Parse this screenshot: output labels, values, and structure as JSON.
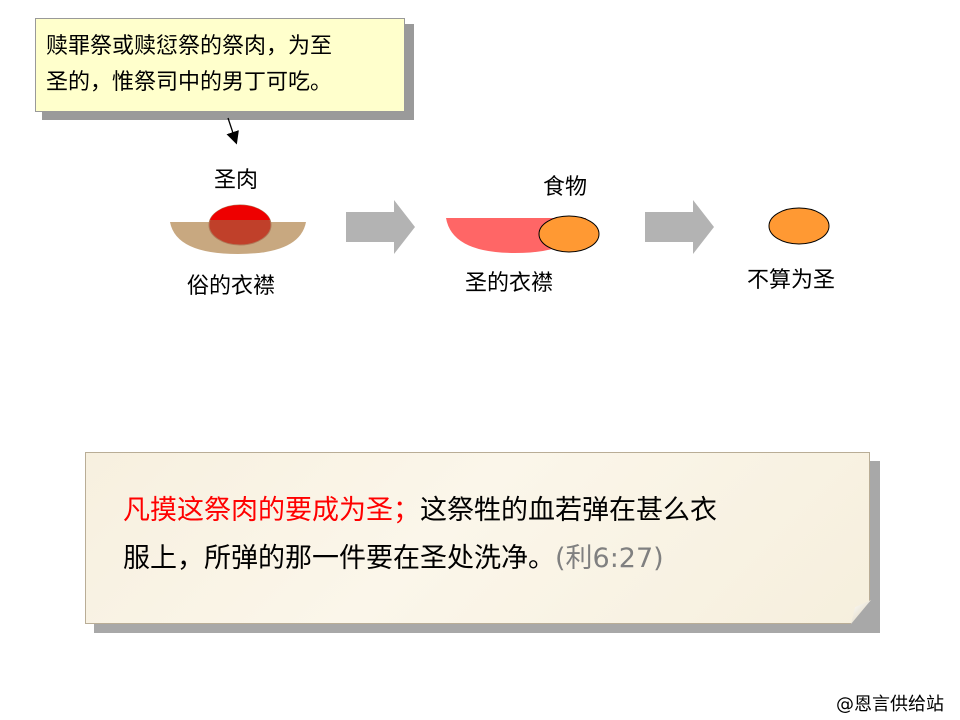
{
  "note": {
    "line1": "赎罪祭或赎愆祭的祭肉，为至",
    "line2": "圣的，惟祭司中的男丁可吃。"
  },
  "diagram": {
    "sacred_meat_label": "圣肉",
    "common_garment_label": "俗的衣襟",
    "food_label": "食物",
    "holy_garment_label": "圣的衣襟",
    "not_holy_label": "不算为圣"
  },
  "verse": {
    "highlight": "凡摸这祭肉的要成为圣；",
    "line1_rest": "这祭牲的血若弹在甚么衣",
    "line2": "服上，所弹的那一件要在圣处洗净。",
    "reference": "(利6:27)"
  },
  "watermark": "@恩言供给站",
  "colors": {
    "note_bg": "#ffffcc",
    "common_garment": "#c8a880",
    "sacred_meat_red": "#ee0000",
    "holy_garment": "#ff6666",
    "food": "#ff9933",
    "arrow": "#b3b3b3",
    "scroll_bg": "#f7f0df",
    "highlight_red": "#ff0000",
    "reference_gray": "#808080"
  }
}
